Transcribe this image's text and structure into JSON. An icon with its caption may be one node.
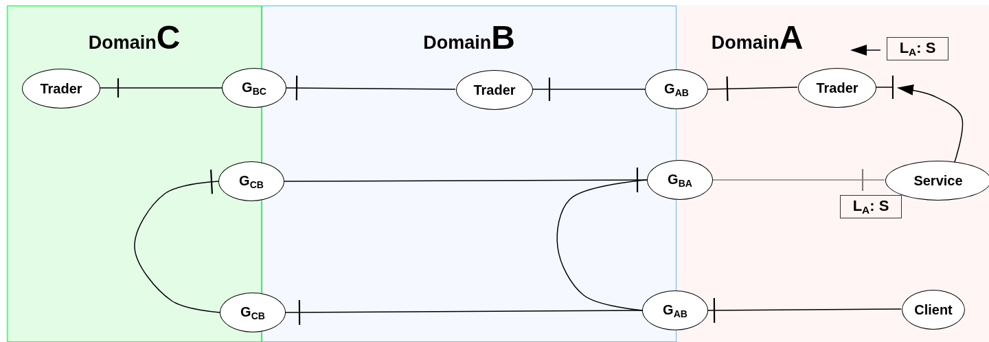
{
  "diagram": {
    "nodes": [
      {
        "text": [
          "Domain",
          "C"
        ]
      },
      {
        "text": [
          "Domain",
          "B"
        ]
      },
      {
        "text": [
          "Domain",
          "A"
        ]
      },
      {
        "text": [
          "Trader"
        ],
        "in": 0
      },
      {
        "text": [
          "G$_{BC}$"
        ]
      },
      {
        "text": [
          "Trader"
        ],
        "in": 1
      },
      {
        "text": [
          "G$_{AB}$"
        ]
      },
      {
        "text": [
          "Trader"
        ],
        "in": 2
      },
      {
        "text": [
          "L$_{A}$: S"
        ],
        "in": 2
      },
      {
        "text": [
          "G$_{CB}$"
        ]
      },
      {
        "text": [
          "G$_{BA}$"
        ]
      },
      {
        "text": [
          "Service"
        ],
        "in": 2
      },
      {
        "text": [
          "L$_{A}$: S"
        ],
        "in": 2
      },
      {
        "text": [
          "G$_{CB}$"
        ]
      },
      {
        "text": [
          "G$_{AB}$"
        ]
      },
      {
        "text": [
          "Client"
        ],
        "in": 2
      }
    ],
    "edges": [
      {
        "from": 4,
        "to": 3,
        "arrow": "other"
      },
      {
        "from": 5,
        "to": 4,
        "arrow": "other"
      },
      {
        "from": 6,
        "to": 5,
        "arrow": "other"
      },
      {
        "from": 7,
        "to": 6,
        "arrow": "other"
      },
      {
        "from": 7,
        "to": null,
        "arrow": "other"
      },
      {
        "from": 11,
        "to": 7,
        "arrow": "to"
      },
      {
        "from": 8,
        "to": 7,
        "arrow": "to"
      },
      {
        "from": 9,
        "to": 10,
        "arrow": "other"
      },
      {
        "from": 10,
        "to": 11,
        "arrow": "other",
        "color": "#808080"
      },
      {
        "from": 13,
        "to": 9,
        "arrow": "other"
      },
      {
        "from": 10,
        "to": 14,
        "arrow": "none"
      },
      {
        "from": 14,
        "to": 13,
        "arrow": "other"
      },
      {
        "from": 15,
        "to": 14,
        "arrow": "other"
      }
    ]
  }
}
